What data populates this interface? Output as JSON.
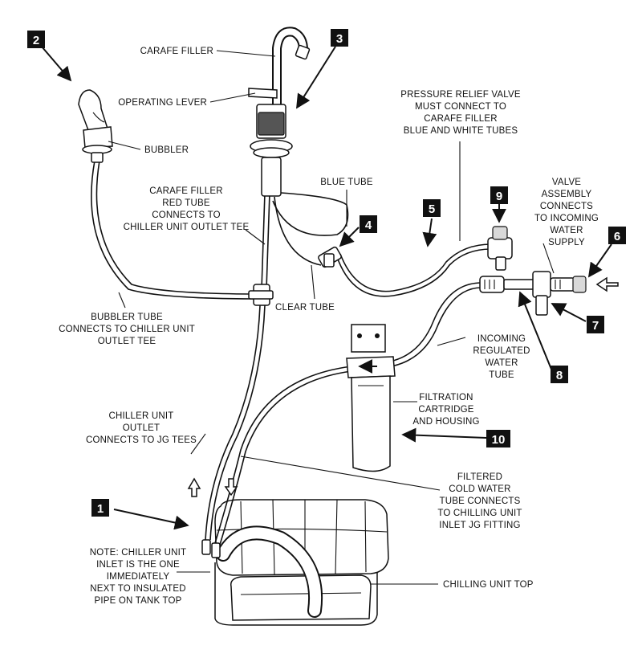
{
  "labels": {
    "carafe_filler": "CARAFE FILLER",
    "operating_lever": "OPERATING LEVER",
    "bubbler": "BUBBLER",
    "pressure_relief": [
      "PRESSURE RELIEF VALVE",
      "MUST CONNECT TO",
      "CARAFE FILLER",
      "BLUE AND WHITE TUBES"
    ],
    "blue_tube": "BLUE TUBE",
    "carafe_red_tube": [
      "CARAFE FILLER",
      "RED TUBE",
      "CONNECTS TO",
      "CHILLER UNIT OUTLET TEE"
    ],
    "valve_assembly": [
      "VALVE",
      "ASSEMBLY",
      "CONNECTS",
      "TO INCOMING",
      "WATER",
      "SUPPLY"
    ],
    "clear_tube": "CLEAR TUBE",
    "bubbler_tube": [
      "BUBBLER TUBE",
      "CONNECTS TO CHILLER UNIT",
      "OUTLET TEE"
    ],
    "incoming_regulated": [
      "INCOMING",
      "REGULATED",
      "WATER",
      "TUBE"
    ],
    "filtration": [
      "FILTRATION",
      "CARTRIDGE",
      "AND HOUSING"
    ],
    "chiller_outlet": [
      "CHILLER UNIT",
      "OUTLET",
      "CONNECTS TO JG TEES"
    ],
    "filtered_cold": [
      "FILTERED",
      "COLD WATER",
      "TUBE CONNECTS",
      "TO CHILLING UNIT",
      "INLET JG FITTING"
    ],
    "note": [
      "NOTE: CHILLER UNIT",
      "INLET IS THE ONE",
      "IMMEDIATELY",
      "NEXT TO INSULATED",
      "PIPE ON TANK TOP"
    ],
    "chilling_top": "CHILLING UNIT TOP"
  },
  "callouts": [
    "1",
    "2",
    "3",
    "4",
    "5",
    "6",
    "7",
    "8",
    "9",
    "10"
  ]
}
